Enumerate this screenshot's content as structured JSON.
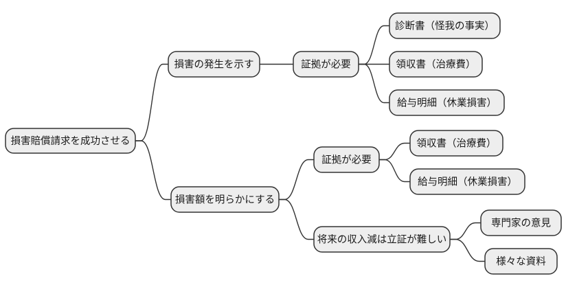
{
  "diagram": {
    "type": "mindmap",
    "title": "損害賠償請求を成功させる",
    "orientation": "left-to-right",
    "background_color": "#ffffff",
    "node_fill": "#eeeeee",
    "node_stroke": "#333333",
    "edge_stroke": "#333333",
    "text_color": "#1a1a1a"
  },
  "nodes": {
    "root": {
      "label": "損害賠償請求を成功させる",
      "level": 0
    },
    "b1": {
      "label": "損害の発生を示す",
      "level": 1
    },
    "b1_e1": {
      "label": "証拠が必要",
      "level": 2
    },
    "b1_e1_l1": {
      "label": "診断書（怪我の事実）",
      "level": 3
    },
    "b1_e1_l2": {
      "label": "領収書（治療費）",
      "level": 3
    },
    "b1_e1_l3": {
      "label": "給与明細（休業損害）",
      "level": 3
    },
    "b2": {
      "label": "損害額を明らかにする",
      "level": 1
    },
    "b2_e1": {
      "label": "証拠が必要",
      "level": 2
    },
    "b2_e1_l1": {
      "label": "領収書（治療費）",
      "level": 3
    },
    "b2_e1_l2": {
      "label": "給与明細（休業損害）",
      "level": 3
    },
    "b2_e2": {
      "label": "将来の収入減は立証が難しい",
      "level": 2
    },
    "b2_e2_l1": {
      "label": "専門家の意見",
      "level": 3
    },
    "b2_e2_l2": {
      "label": "様々な資料",
      "level": 3
    }
  },
  "edges": [
    {
      "from": "root",
      "to": "b1"
    },
    {
      "from": "root",
      "to": "b2"
    },
    {
      "from": "b1",
      "to": "b1_e1"
    },
    {
      "from": "b1_e1",
      "to": "b1_e1_l1"
    },
    {
      "from": "b1_e1",
      "to": "b1_e1_l2"
    },
    {
      "from": "b1_e1",
      "to": "b1_e1_l3"
    },
    {
      "from": "b2",
      "to": "b2_e1"
    },
    {
      "from": "b2",
      "to": "b2_e2"
    },
    {
      "from": "b2_e1",
      "to": "b2_e1_l1"
    },
    {
      "from": "b2_e1",
      "to": "b2_e1_l2"
    },
    {
      "from": "b2_e2",
      "to": "b2_e2_l1"
    },
    {
      "from": "b2_e2",
      "to": "b2_e2_l2"
    }
  ]
}
